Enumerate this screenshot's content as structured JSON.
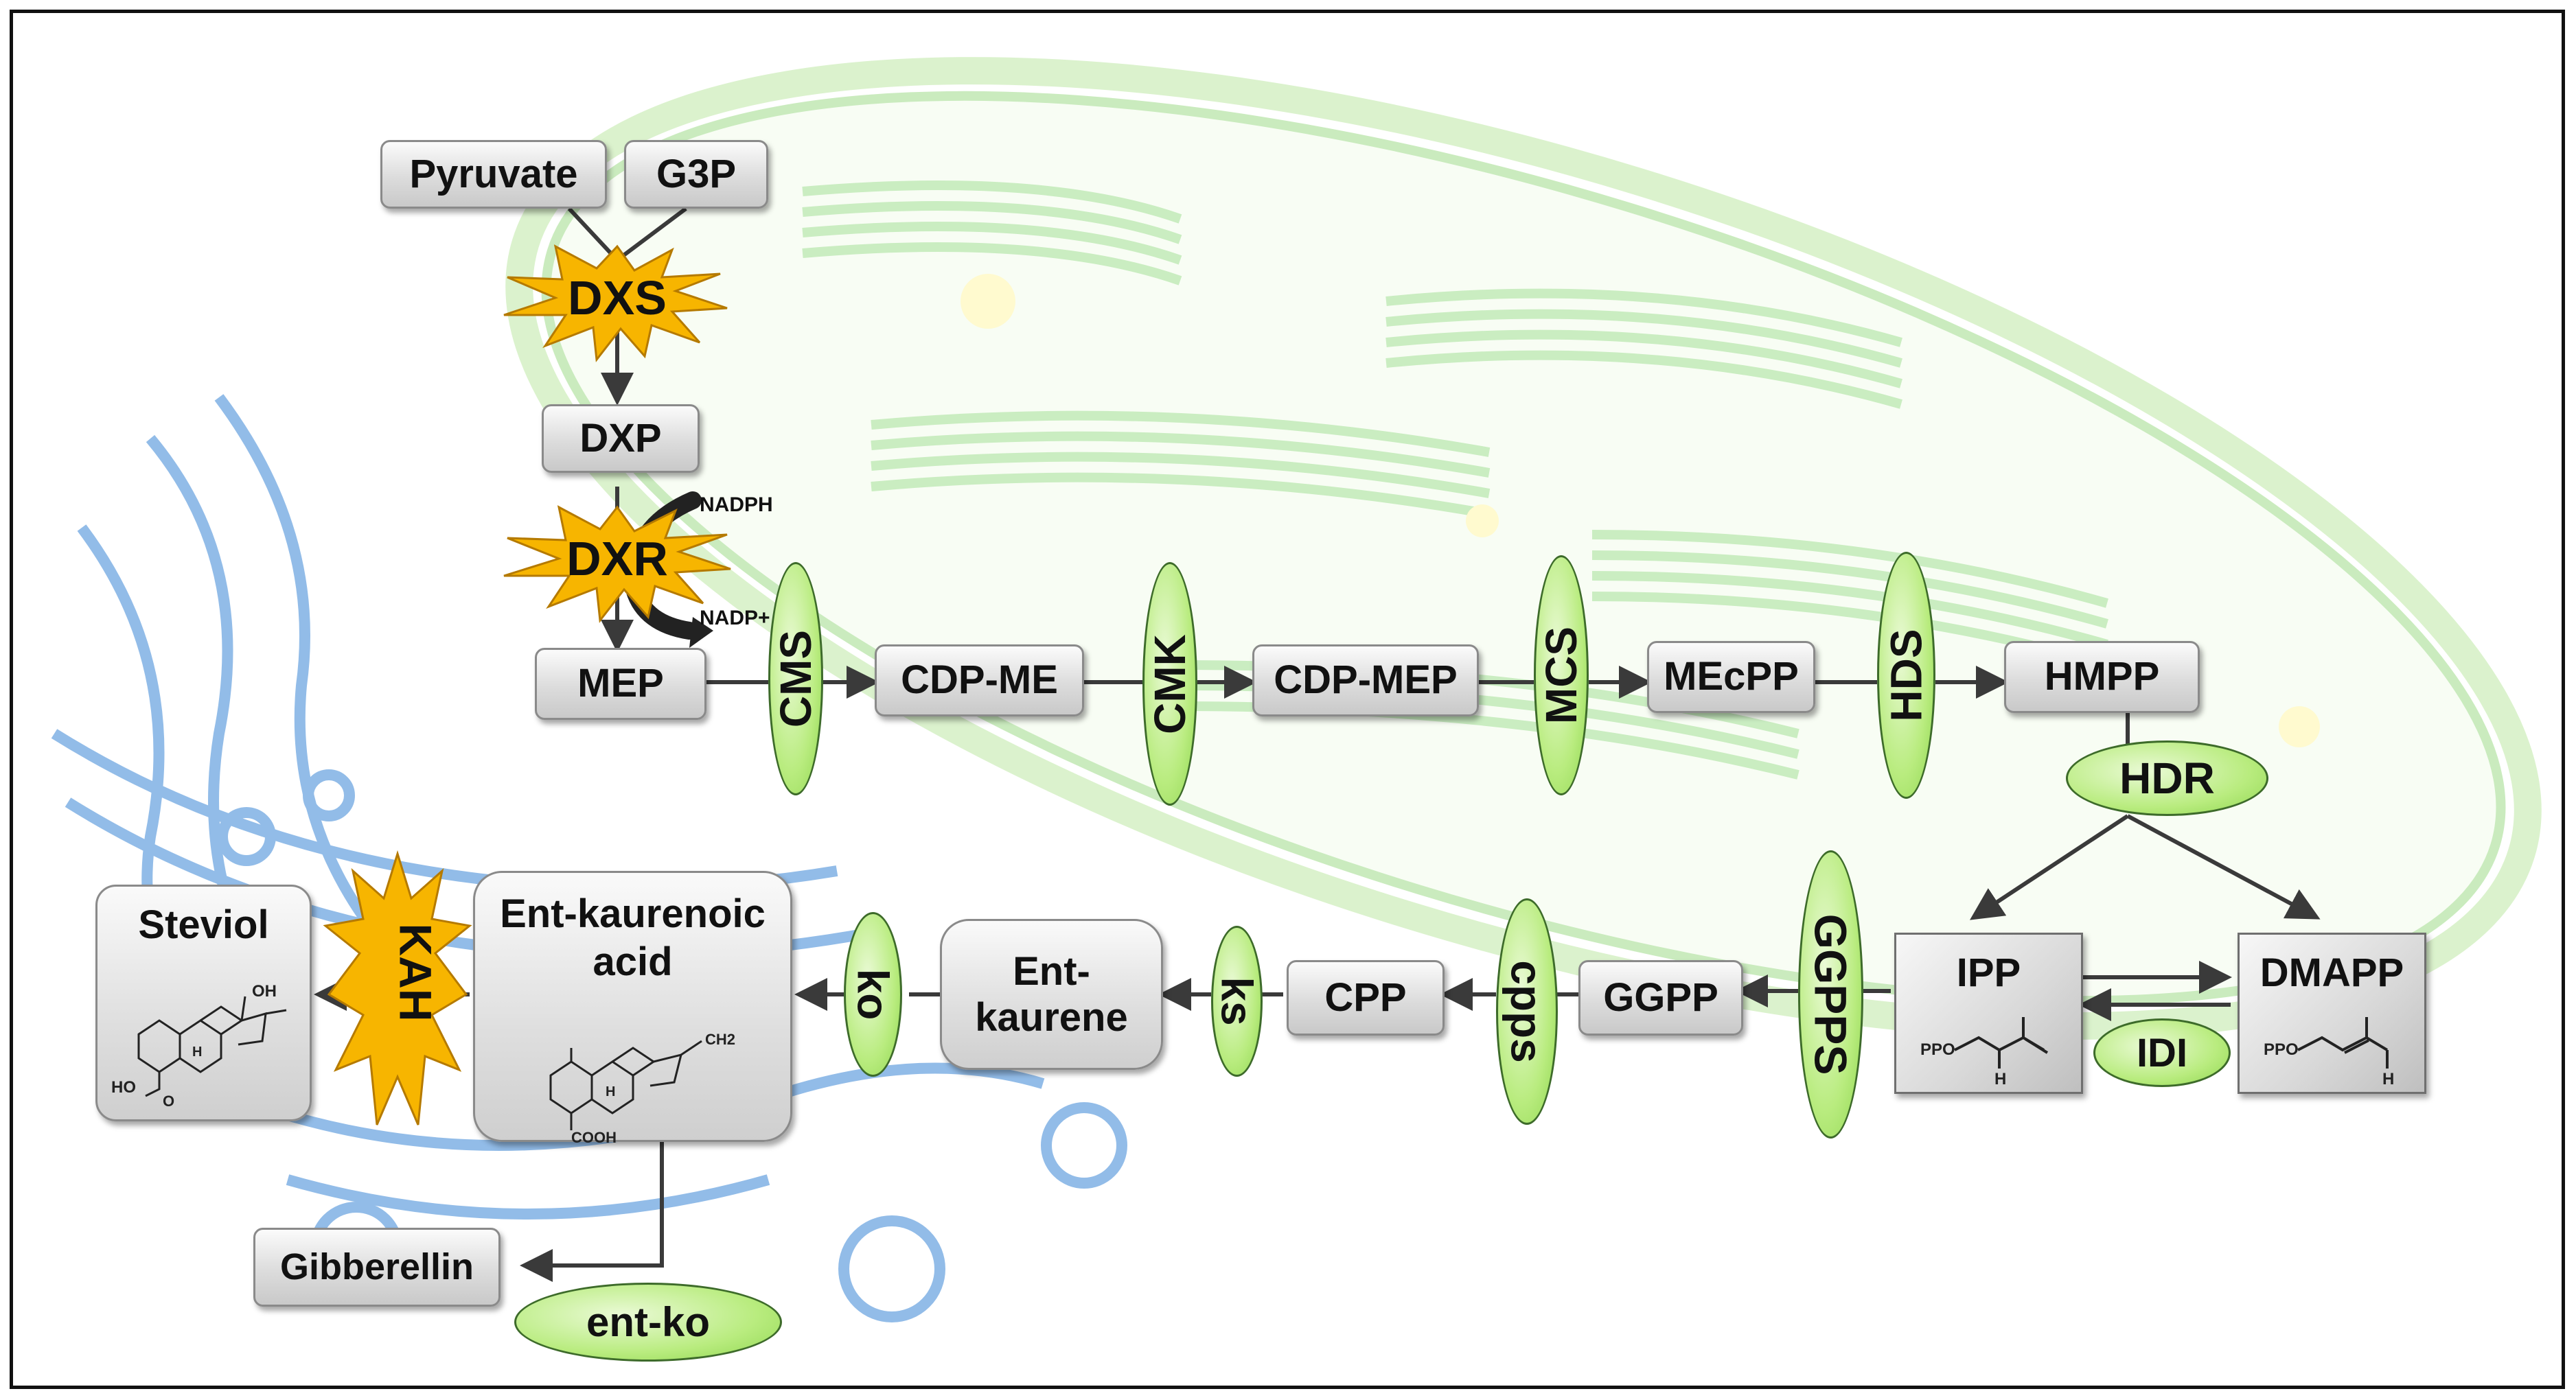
{
  "substrates": {
    "pyruvate": "Pyruvate",
    "g3p": "G3P"
  },
  "intermediates": {
    "dxp": "DXP",
    "mep": "MEP",
    "cdp_me": "CDP-ME",
    "cdp_mep": "CDP-MEP",
    "mecpp": "MEcPP",
    "hmpp": "HMPP",
    "ipp": "IPP",
    "dmapp": "DMAPP",
    "ggpp": "GGPP",
    "cpp": "CPP",
    "ent_kaurene": "Ent-kaurene",
    "ent_kaurenoic_acid": "Ent-kaurenoic acid",
    "steviol": "Steviol",
    "gibberellin": "Gibberellin"
  },
  "enzymes": {
    "dxs": "DXS",
    "dxr": "DXR",
    "cms": "CMS",
    "cmk": "CMK",
    "mcs": "MCS",
    "hds": "HDS",
    "hdr": "HDR",
    "idi": "IDI",
    "ggpps": "GGPPS",
    "cpps": "cpps",
    "ks": "ks",
    "ko": "ko",
    "kah": "KAH",
    "ent_ko": "ent-ko"
  },
  "cofactors": {
    "nadph": "NADPH",
    "nadp": "NADP+"
  },
  "structure_labels": {
    "ipp_ppo": "PPO",
    "ipp_h": "H",
    "dmapp_ppo": "PPO",
    "dmapp_h": "H",
    "kaurenoic_ch2": "CH2",
    "kaurenoic_cooh": "COOH",
    "kaurenoic_h": "H",
    "steviol_oh": "OH",
    "steviol_ho": "HO",
    "steviol_o": "O",
    "steviol_h": "H"
  },
  "colors": {
    "enzyme_fill": "#b9ec7f",
    "burst_fill": "#f7b500",
    "arrow": "#3a3a3a",
    "chloroplast": "#b7e6a8",
    "er": "#4a90d9"
  }
}
